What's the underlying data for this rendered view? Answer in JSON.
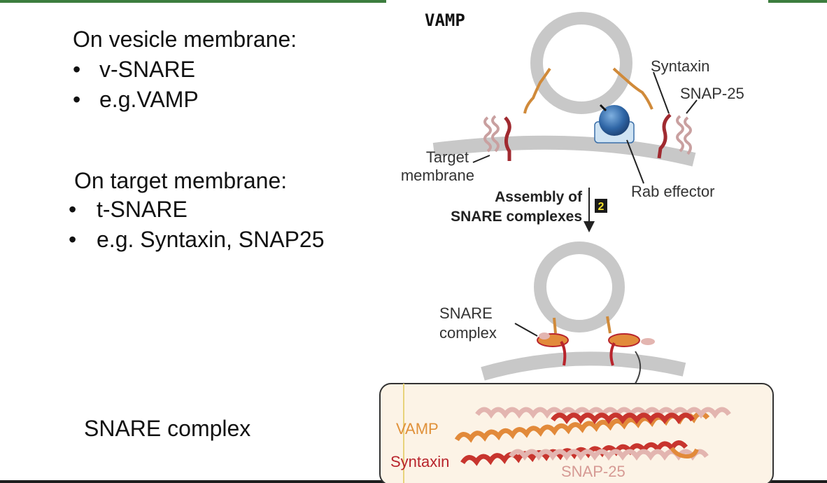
{
  "slide": {
    "vesicle": {
      "heading": "On vesicle membrane:",
      "bullets": [
        "v-SNARE",
        "e.g.VAMP"
      ]
    },
    "target": {
      "heading": "On target membrane:",
      "bullets": [
        "t-SNARE",
        "e.g. Syntaxin, SNAP25"
      ]
    },
    "snare_caption": "SNARE complex",
    "bullet_char": "•"
  },
  "diagram": {
    "vamp_handwritten": "VAMP",
    "syntaxin": "Syntaxin",
    "snap25": "SNAP-25",
    "target_membrane_line1": "Target",
    "target_membrane_line2": "membrane",
    "rab_effector": "Rab effector",
    "assembly_line1": "Assembly of",
    "assembly_line2": "SNARE complexes",
    "step_number": "2",
    "snare_complex_line1": "SNARE",
    "snare_complex_line2": "complex",
    "inset_vamp": "VAMP",
    "inset_syntaxin": "Syntaxin",
    "inset_snap25": "SNAP-25"
  },
  "colors": {
    "top_bar": "#3c7d3e",
    "membrane": "#c8c8c8",
    "vamp": "#d08a3a",
    "syntaxin": "#b8242c",
    "snap25": "#e3b5b0",
    "rab": "#2f66a6",
    "inset_bg": "#fcf3e6",
    "step_badge": "#1a1a1a",
    "step_text": "#f5e12a"
  }
}
